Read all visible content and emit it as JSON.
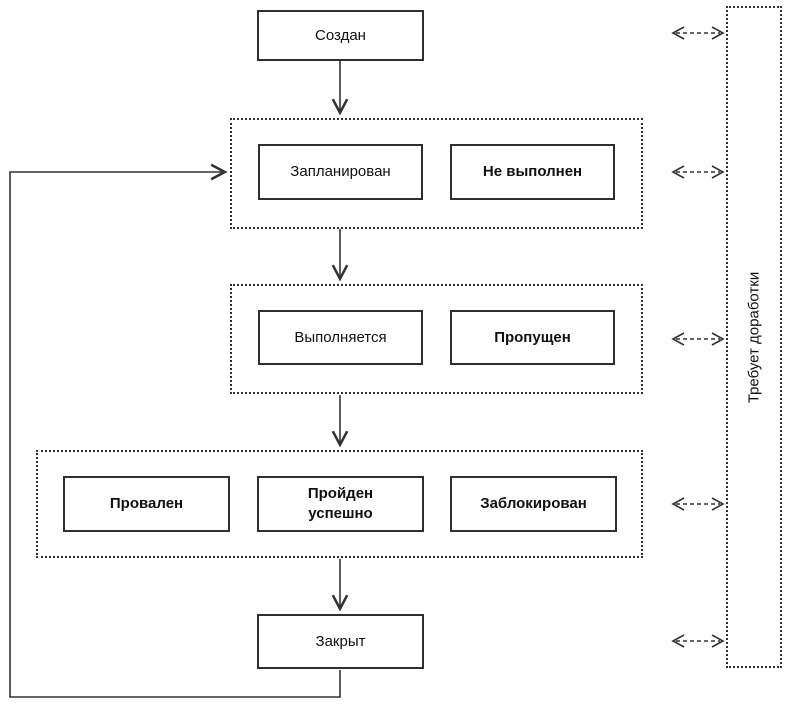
{
  "diagram": {
    "nodes": {
      "created": "Создан",
      "planned": "Запланирован",
      "not_executed": "Не выполнен",
      "in_progress": "Выполняется",
      "skipped": "Пропущен",
      "failed": "Провален",
      "passed": "Пройден успешно",
      "blocked": "Заблокирован",
      "closed": "Закрыт",
      "rework": "Требует доработки"
    },
    "colors": {
      "background": "#ffffff",
      "line": "#333333",
      "border": "#2f2f2f",
      "text": "#111111"
    }
  }
}
